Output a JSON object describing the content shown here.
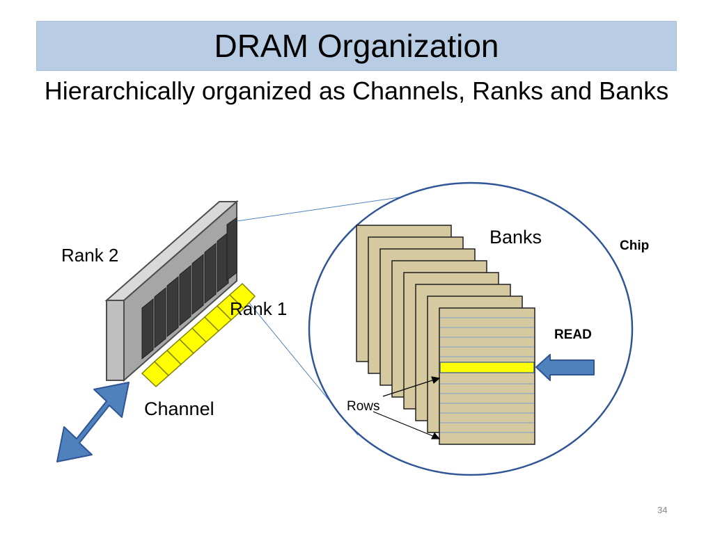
{
  "slide": {
    "title": "DRAM Organization",
    "subtitle": "Hierarchically organized as Channels, Ranks and Banks",
    "page_number": "34"
  },
  "labels": {
    "rank2": "Rank 2",
    "rank1": "Rank 1",
    "channel": "Channel",
    "banks": "Banks",
    "chip": "Chip",
    "read": "READ",
    "rows": "Rows"
  },
  "colors": {
    "title_bar": "#b8cce4",
    "module_gray": "#bfbfbf",
    "chip_dark": "#3a3a3a",
    "chip_yellow": "#ffff00",
    "bank_fill": "#d6c9a0",
    "circle_stroke": "#2f5597",
    "arrow_blue": "#4f81bd"
  },
  "icons": [
    "double-headed-arrow",
    "left-arrow"
  ]
}
